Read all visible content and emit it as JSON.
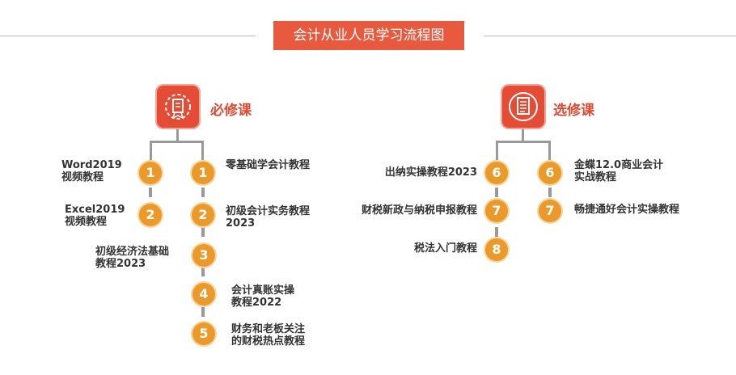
{
  "header": {
    "title": "会计从业人员学习流程图"
  },
  "categories": {
    "required": {
      "label": "必修课",
      "icon": "certificate-icon"
    },
    "elective": {
      "label": "选修课",
      "icon": "document-list-icon"
    }
  },
  "required": {
    "left": [
      {
        "num": "1",
        "title": "Word2019",
        "subtitle": "视频教程"
      },
      {
        "num": "2",
        "title": "Excel2019",
        "subtitle": "视频教程"
      },
      {
        "num": "3",
        "title": "初级经济法基础",
        "subtitle": "教程2023"
      }
    ],
    "right": [
      {
        "num": "1",
        "title": "零基础学会计教程",
        "subtitle": ""
      },
      {
        "num": "2",
        "title": "初级会计实务教程",
        "subtitle": "2023"
      },
      {
        "num": "4",
        "title": "会计真账实操",
        "subtitle": "教程2022"
      },
      {
        "num": "5",
        "title": "财务和老板关注",
        "subtitle": "的财税热点教程"
      }
    ]
  },
  "elective": {
    "left": [
      {
        "num": "6",
        "title": "出纳实操教程2023"
      },
      {
        "num": "7",
        "title": "财税新政与纳税申报教程"
      },
      {
        "num": "8",
        "title": "税法入门教程"
      }
    ],
    "right": [
      {
        "num": "6",
        "title": "金蝶12.0商业会计",
        "subtitle": "实战教程"
      },
      {
        "num": "7",
        "title": "畅捷通好会计实操教程",
        "subtitle": ""
      }
    ]
  },
  "colors": {
    "accent": "#e85a3f",
    "circle": "#ea9a2a",
    "line": "#999999"
  }
}
